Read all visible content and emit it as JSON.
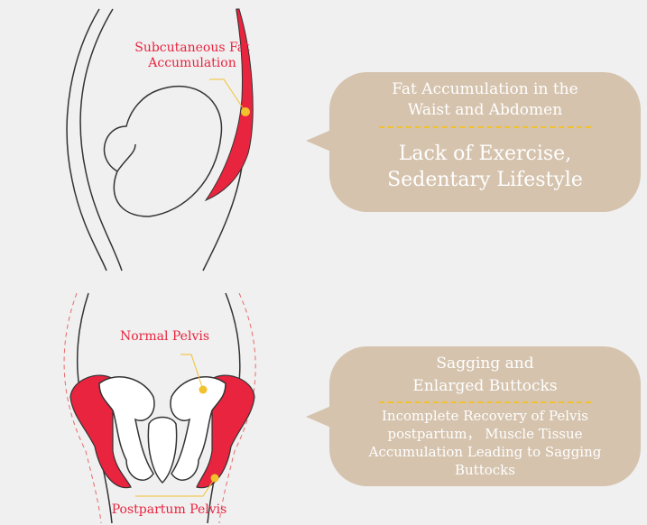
{
  "top": {
    "label": [
      "Subcutaneous Fat",
      "Accumulation"
    ],
    "bubble_title": [
      "Fat Accumulation in the",
      "Waist and Abdomen"
    ],
    "bubble_body": [
      "Lack of Exercise,",
      "Sedentary Lifestyle"
    ]
  },
  "bottom": {
    "label_normal": "Normal Pelvis",
    "label_postpartum": "Postpartum Pelvis",
    "bubble_title": [
      "Sagging and",
      "Enlarged Buttocks"
    ],
    "bubble_body": [
      "Incomplete Recovery of Pelvis",
      "postpartum， Muscle Tissue",
      "Accumulation Leading to Sagging",
      "Buttocks"
    ]
  },
  "colors": {
    "accent_red": "#e8243f",
    "bubble": "#d5c3ad",
    "dash": "#f2c12e",
    "background": "#f0f0f0"
  }
}
